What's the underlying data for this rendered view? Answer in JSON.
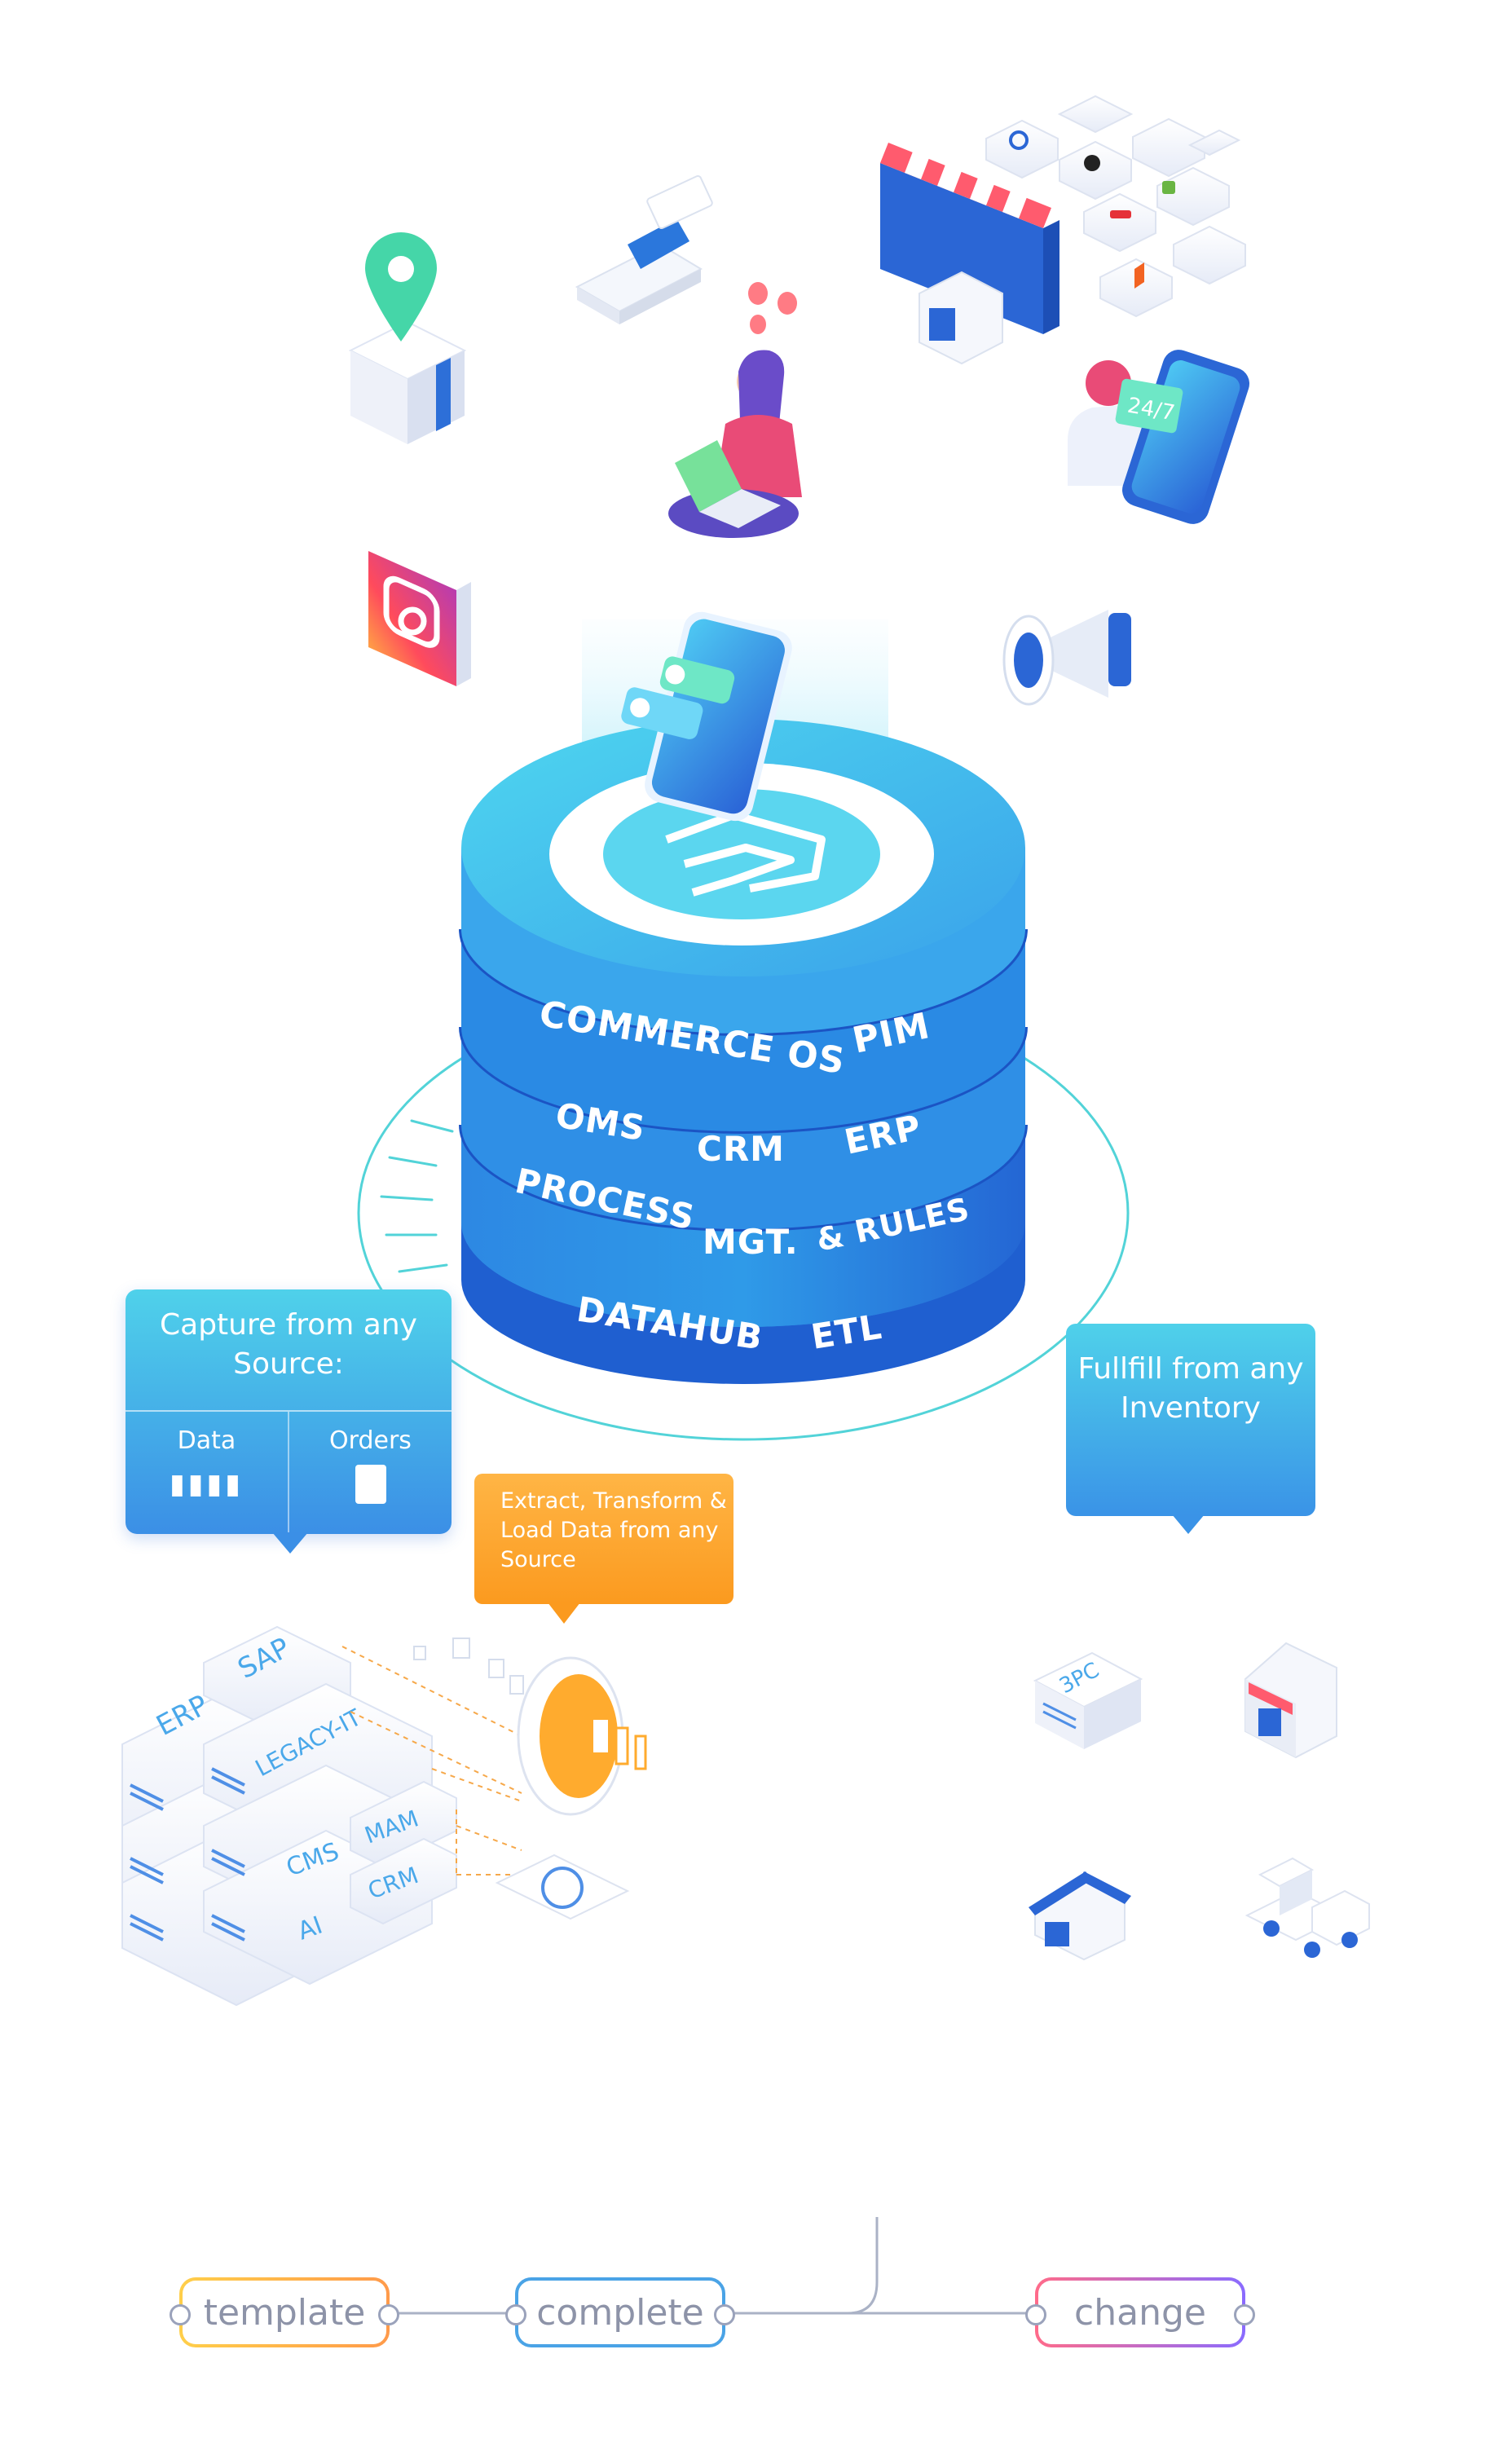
{
  "hub": {
    "layers": [
      {
        "labels": [
          "COMMERCE OS",
          "PIM"
        ]
      },
      {
        "labels": [
          "OMS",
          "CRM",
          "ERP"
        ]
      },
      {
        "labels": [
          "PROCESS",
          "MGT.",
          "& RULES"
        ]
      },
      {
        "labels": [
          "DATAHUB",
          "ETL"
        ]
      }
    ]
  },
  "capture": {
    "title": "Capture from any Source:",
    "col_data": "Data",
    "col_orders": "Orders"
  },
  "etl": {
    "text": "Extract, Transform & Load Data from any Source"
  },
  "fulfill": {
    "title": "Fullfill from any Inventory"
  },
  "sources": {
    "blocks": [
      "ERP",
      "SAP",
      "LEGACY-IT",
      "MAM",
      "CMS",
      "CRM",
      "AI"
    ]
  },
  "inventory": {
    "warehouse_label": "3PC"
  },
  "flow": {
    "steps": [
      "template",
      "complete",
      "change"
    ]
  },
  "icons": [
    "location-pin-icon",
    "card-terminal-icon",
    "marketplace-icon",
    "person-laptop-icon",
    "support-247-icon",
    "instagram-icon",
    "megaphone-icon",
    "phone-chat-icon",
    "hub-logo-icon",
    "etl-lens-icon",
    "shop-icon",
    "house-icon",
    "truck-icon"
  ],
  "colors": {
    "hub_top": "#42c7ee",
    "hub_side": "#2b7fe0",
    "callout_blue": "#4fd1ea",
    "callout_orange": "#fb9a1f",
    "ring": "#52d3d8"
  },
  "support_badge": "24/7"
}
